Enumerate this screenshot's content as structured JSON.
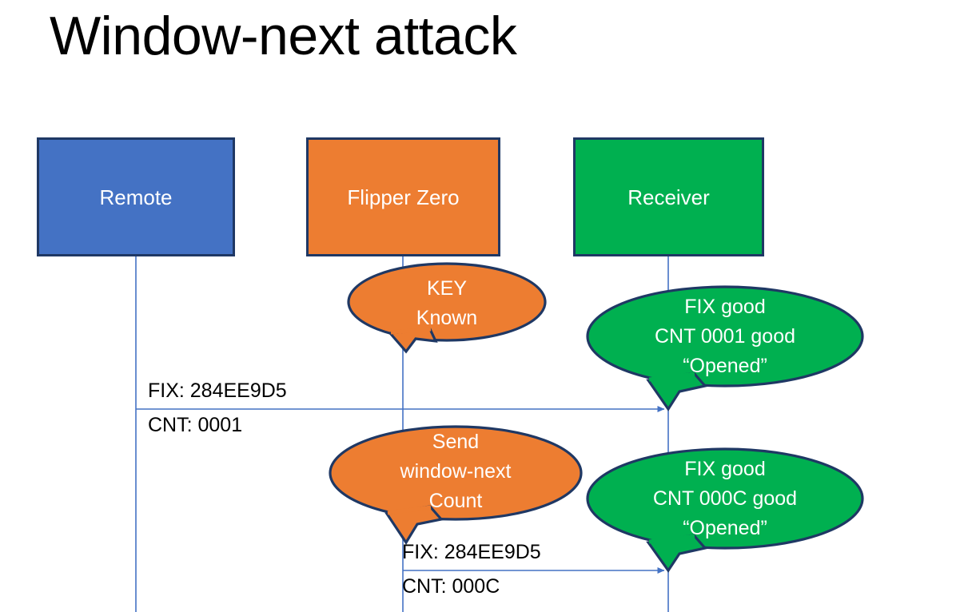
{
  "slide": {
    "title": "Window-next attack",
    "background": "#FFFFFF"
  },
  "colors": {
    "remote_fill": "#4472C4",
    "flipper_fill": "#ED7D31",
    "receiver_fill": "#00B050",
    "shape_outline": "#1F3864",
    "lifeline": "#4472C4",
    "arrow": "#4472C4",
    "label_text": "#000000",
    "shape_text": "#FFFFFF"
  },
  "actors": [
    {
      "id": "remote",
      "label": "Remote"
    },
    {
      "id": "flipper",
      "label": "Flipper Zero"
    },
    {
      "id": "receiver",
      "label": "Receiver"
    }
  ],
  "callouts": [
    {
      "id": "key-known",
      "owner": "flipper",
      "shape": "oval-callout",
      "fill": "#ED7D31",
      "lines": [
        "KEY",
        "Known"
      ]
    },
    {
      "id": "receiver-ack-1",
      "owner": "receiver",
      "shape": "oval-callout",
      "fill": "#00B050",
      "lines": [
        "FIX good",
        "CNT 0001 good",
        "“Opened”"
      ]
    },
    {
      "id": "send-window-next",
      "owner": "flipper",
      "shape": "oval-callout",
      "fill": "#ED7D31",
      "lines": [
        "Send",
        "window-next",
        "Count"
      ]
    },
    {
      "id": "receiver-ack-2",
      "owner": "receiver",
      "shape": "oval-callout",
      "fill": "#00B050",
      "lines": [
        "FIX good",
        "CNT 000C good",
        "“Opened”"
      ]
    }
  ],
  "messages": [
    {
      "id": "msg-1",
      "from": "remote",
      "to": "receiver",
      "lines": [
        "FIX: 284EE9D5",
        "CNT: 0001"
      ]
    },
    {
      "id": "msg-2",
      "from": "flipper",
      "to": "receiver",
      "lines": [
        "FIX: 284EE9D5",
        "CNT: 000C"
      ]
    }
  ],
  "text": {
    "key_known_l1": "KEY",
    "key_known_l2": "Known",
    "ack1_l1": "FIX good",
    "ack1_l2": "CNT 0001 good",
    "ack1_l3": "“Opened”",
    "send_l1": "Send",
    "send_l2": "window-next",
    "send_l3": "Count",
    "ack2_l1": "FIX good",
    "ack2_l2": "CNT 000C good",
    "ack2_l3": "“Opened”",
    "msg1_l1": "FIX: 284EE9D5",
    "msg1_l2": "CNT: 0001",
    "msg2_l1": "FIX: 284EE9D5",
    "msg2_l2": "CNT: 000C"
  }
}
